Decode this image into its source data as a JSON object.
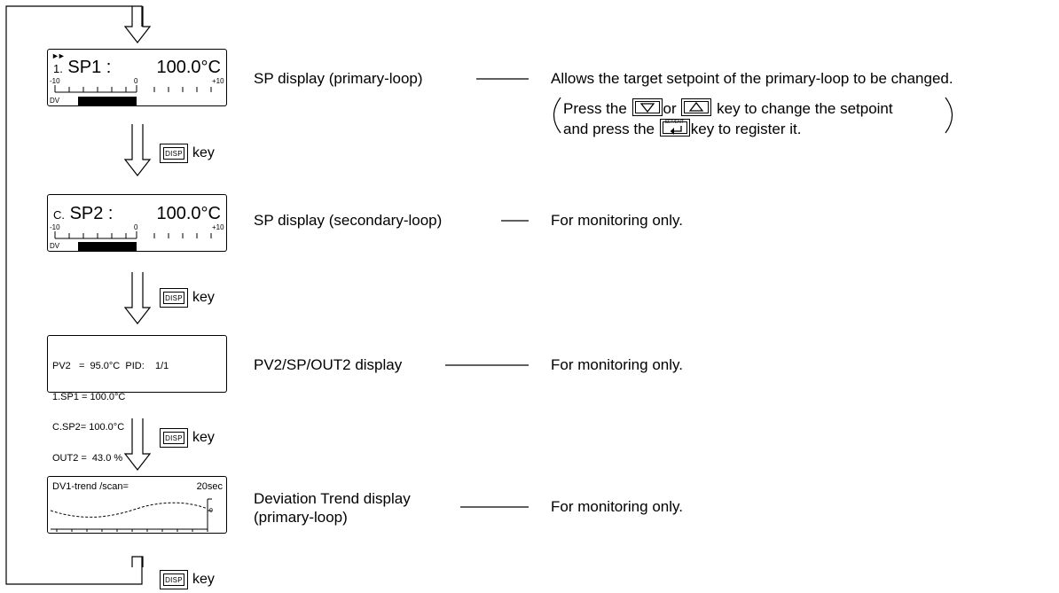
{
  "screens": [
    {
      "label": "SP display (primary-loop)",
      "desc": "Allows the target setpoint of the primary-loop to be changed.",
      "prefix": "1.",
      "name": "SP1 :",
      "value": "100.0°C",
      "indicator": "►►",
      "scale_left": "-10",
      "scale_mid": "0",
      "scale_right": "+10",
      "dv": "DV"
    },
    {
      "label": "SP display (secondary-loop)",
      "desc": "For monitoring only.",
      "prefix": "C.",
      "name": "SP2 :",
      "value": "100.0°C",
      "scale_left": "-10",
      "scale_mid": "0",
      "scale_right": "+10",
      "dv": "DV"
    },
    {
      "label": "PV2/SP/OUT2 display",
      "desc": "For monitoring only.",
      "lines": [
        "PV2   =  95.0°C  PID:    1/1",
        "1.SP1 = 100.0°C",
        "C.SP2= 100.0°C",
        "OUT2 =  43.0 %"
      ]
    },
    {
      "label_line1": "Deviation Trend display",
      "label_line2": "(primary-loop)",
      "desc": "For monitoring only.",
      "title": "DV1-trend  /scan=",
      "scan": "20sec",
      "zero": "0"
    }
  ],
  "note": {
    "line1_a": "Press the",
    "line1_b": "or",
    "line1_c": "key to change the setpoint",
    "line2_a": "and press the",
    "line2_b": "key to register it.",
    "enter_key_caption": "SET/ENT"
  },
  "key": {
    "cap": "DISP",
    "word": "key"
  }
}
